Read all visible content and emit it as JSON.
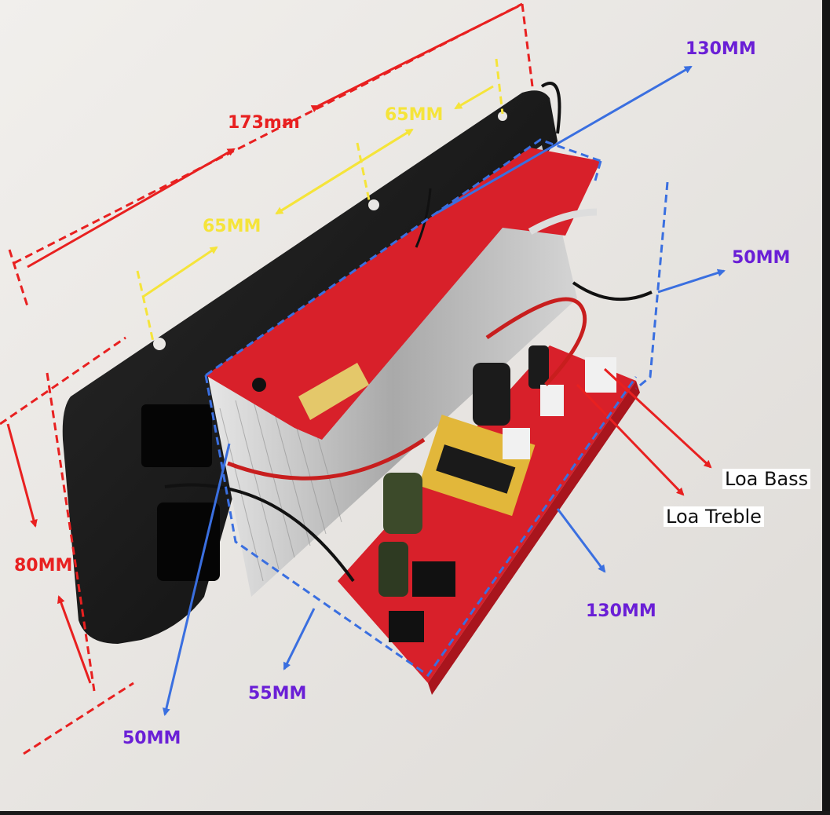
{
  "labels": {
    "width_173": "173mm",
    "spacing_65_top": "65MM",
    "spacing_65_mid": "65MM",
    "depth_130_top": "130MM",
    "height_50_right": "50MM",
    "height_80_left": "80MM",
    "depth_130_bottom": "130MM",
    "width_55_bottom": "55MM",
    "height_50_bottom": "50MM",
    "loa_bass": "Loa Bass",
    "loa_treble": "Loa Treble"
  },
  "colors": {
    "red_dim": "#e82020",
    "yellow_dim": "#f5e43a",
    "blue_dim": "#3a6fe0",
    "purple_text": "#6a1fd6",
    "pcb_red": "#d8202a",
    "plate_black": "#141414",
    "heatsink": "#c9c9c9",
    "background": "#e9e7e4"
  }
}
